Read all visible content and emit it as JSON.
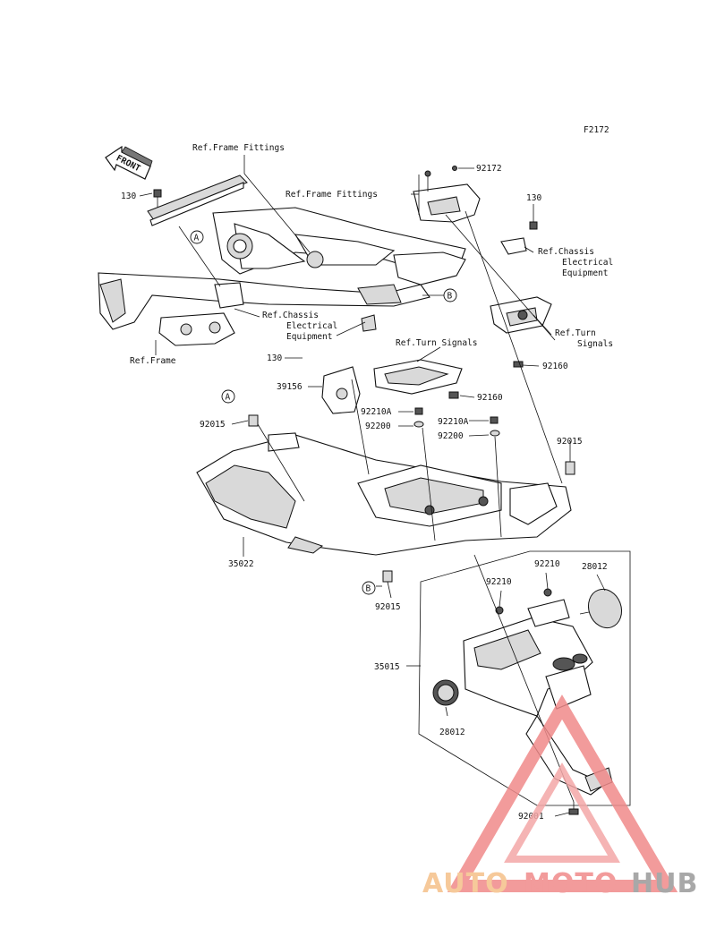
{
  "figure_code": "F2172",
  "front_label": "FRONT",
  "labels": {
    "ref_frame_fittings_1": "Ref.Frame Fittings",
    "ref_frame_fittings_2": "Ref.Frame Fittings",
    "ref_chassis_1": "Ref.Chassis",
    "ref_chassis_1b": "Electrical",
    "ref_chassis_1c": "Equipment",
    "ref_chassis_2": "Ref.Chassis",
    "ref_chassis_2b": "Electrical",
    "ref_chassis_2c": "Equipment",
    "ref_frame": "Ref.Frame",
    "ref_turn_1": "Ref.Turn Signals",
    "ref_turn_2a": "Ref.Turn",
    "ref_turn_2b": "Signals"
  },
  "parts": {
    "p130_a": "130",
    "p92172": "92172",
    "p130_b": "130",
    "p130_c": "130",
    "p92160_a": "92160",
    "p39156": "39156",
    "p92160_b": "92160",
    "p92210A_a": "92210A",
    "p92210A_b": "92210A",
    "p92015_a": "92015",
    "p92200_a": "92200",
    "p92200_b": "92200",
    "p92015_b": "92015",
    "p35022": "35022",
    "p92210_a": "92210",
    "p28012_a": "28012",
    "p92210_b": "92210",
    "p92015_c": "92015",
    "p35015": "35015",
    "p28012_b": "28012",
    "p92001": "92001"
  },
  "callouts": {
    "a1": "A",
    "a2": "A",
    "b1": "B",
    "b2": "B"
  },
  "watermark": {
    "part1": "AUTO",
    "part2": "MOTO",
    "part3": "HUB",
    "color1": "#f5c089",
    "color2": "#f08a8a",
    "color3": "#9a9a9a"
  }
}
